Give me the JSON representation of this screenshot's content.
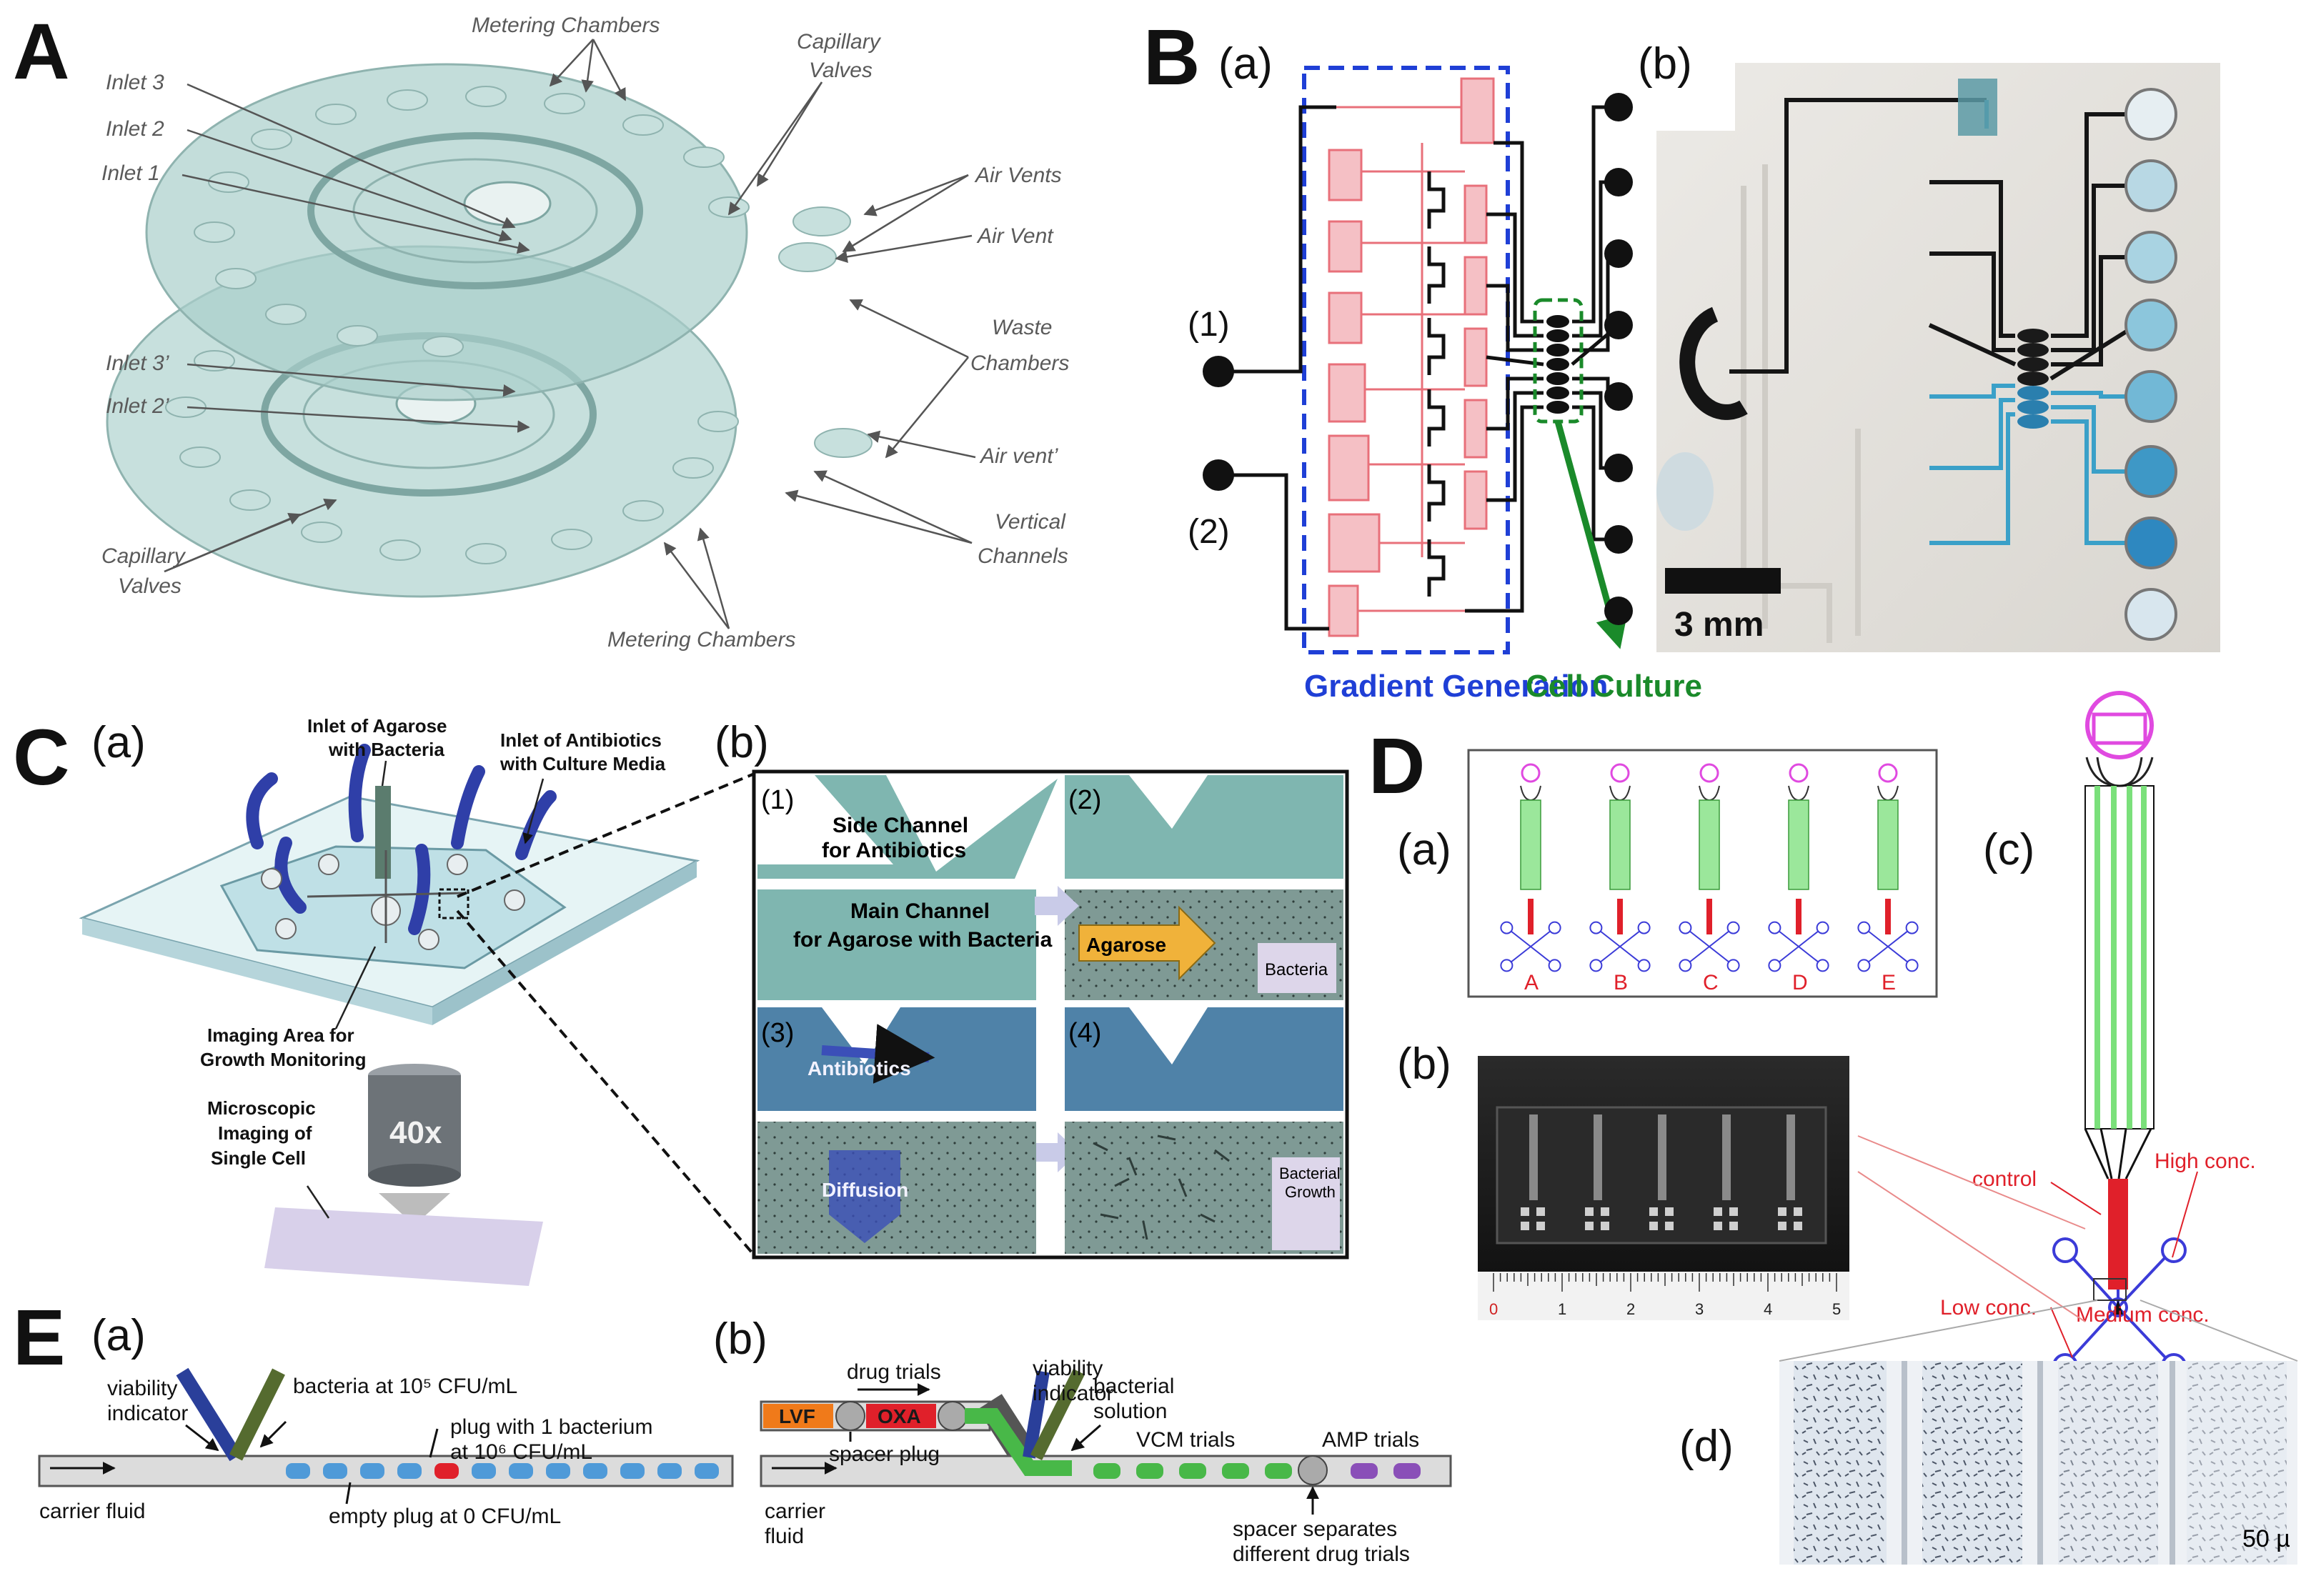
{
  "panels": {
    "A": {
      "letter": "A",
      "labels": {
        "metering_top": "Metering Chambers",
        "capillary_top_1": "Capillary",
        "capillary_top_2": "Valves",
        "inlet3": "Inlet 3",
        "inlet2": "Inlet 2",
        "inlet1": "Inlet 1",
        "air_vents": "Air Vents",
        "air_vent": "Air Vent",
        "waste_1": "Waste",
        "waste_2": "Chambers",
        "inlet3p": "Inlet 3’",
        "inlet2p": "Inlet 2’",
        "air_vent_p": "Air vent’",
        "capillary_bot_1": "Capillary",
        "capillary_bot_2": "Valves",
        "vertical_1": "Vertical",
        "vertical_2": "Channels",
        "metering_bot": "Metering Chambers"
      }
    },
    "B": {
      "letter": "B",
      "sub_a": "(a)",
      "sub_b": "(b)",
      "inlet_1": "(1)",
      "inlet_2": "(2)",
      "gradient": "Gradient Generation",
      "culture": "Cell Culture",
      "scale": "3 mm"
    },
    "C": {
      "letter": "C",
      "sub_a": "(a)",
      "sub_b": "(b)",
      "inlet_agarose_1": "Inlet of Agarose",
      "inlet_agarose_2": "with Bacteria",
      "inlet_antibiotics_1": "Inlet of Antibiotics",
      "inlet_antibiotics_2": "with Culture Media",
      "imaging_1": "Imaging Area for",
      "imaging_2": "Growth Monitoring",
      "objective": "40x",
      "micro_1": "Microscopic",
      "micro_2": "Imaging of",
      "micro_3": "Single Cell",
      "step1": "(1)",
      "step2": "(2)",
      "step3": "(3)",
      "step4": "(4)",
      "side_1": "Side Channel",
      "side_2": "for Antibiotics",
      "main_1": "Main Channel",
      "main_2": "for Agarose with Bacteria",
      "agarose": "Agarose",
      "bacteria": "Bacteria",
      "antibiotics": "Antibiotics",
      "diffusion": "Diffusion",
      "growth_1": "Bacterial",
      "growth_2": "Growth"
    },
    "D": {
      "letter": "D",
      "sub_a": "(a)",
      "sub_b": "(b)",
      "sub_c": "(c)",
      "sub_d": "(d)",
      "channels": [
        "A",
        "B",
        "C",
        "D",
        "E"
      ],
      "ruler": [
        "0",
        "1",
        "2",
        "3",
        "4",
        "5"
      ],
      "control": "control",
      "high": "High conc.",
      "low": "Low conc.",
      "medium": "Medium conc.",
      "scale": "50 µ"
    },
    "E": {
      "letter": "E",
      "sub_a": "(a)",
      "sub_b": "(b)",
      "viability_1": "viability",
      "viability_2": "indicator",
      "bacteria_conc": "bacteria at 10⁵ CFU/mL",
      "plug_1": "plug with 1 bacterium",
      "plug_2": "at 10⁶ CFU/mL",
      "carrier": "carrier fluid",
      "empty_plug": "empty plug at 0 CFU/mL",
      "drug_trials": "drug trials",
      "lvf": "LVF",
      "oxa": "OXA",
      "spacer_plug": "spacer plug",
      "bacterial_1": "bacterial",
      "bacterial_2": "solution",
      "carrier_1": "carrier",
      "carrier_2": "fluid",
      "vcm": "VCM trials",
      "amp": "AMP trials",
      "spacer_sep_1": "spacer separates",
      "spacer_sep_2": "different drug trials"
    }
  },
  "colors": {
    "teal": "#a9cfcb",
    "pink": "#e8707a",
    "blue_dash": "#1f3fd6",
    "green": "#1a8a2a",
    "plug_blue": "#4f9ad8",
    "plug_red": "#e0202a",
    "plug_green": "#48b848",
    "plug_purple": "#8a4fb8"
  }
}
